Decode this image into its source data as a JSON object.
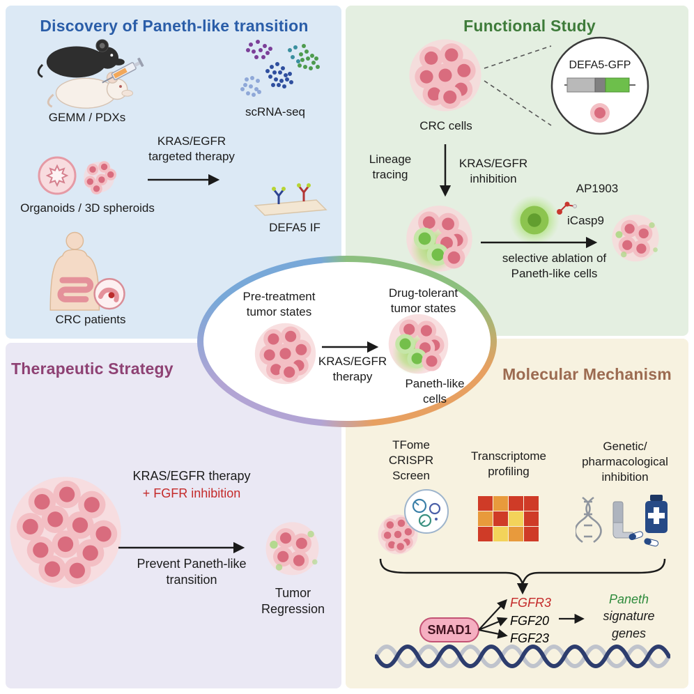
{
  "quadrants": {
    "discovery": {
      "title": "Discovery of Paneth-like transition",
      "title_color": "#2a5da8",
      "bg": "#dce9f5",
      "gemm_label": "GEMM / PDXs",
      "scrna_label": "scRNA-seq",
      "therapy_line1": "KRAS/EGFR",
      "therapy_line2": "targeted therapy",
      "organoids_label": "Organoids / 3D spheroids",
      "defa5_label": "DEFA5 IF",
      "patients_label": "CRC patients"
    },
    "functional": {
      "title": "Functional Study",
      "title_color": "#3e7b3a",
      "bg": "#e4efe1",
      "crc_cells_label": "CRC cells",
      "construct_label": "DEFA5-GFP",
      "lineage_line1": "Lineage",
      "lineage_line2": "tracing",
      "inhibition_line1": "KRAS/EGFR",
      "inhibition_line2": "inhibition",
      "ap1903_label": "AP1903",
      "icasp9_label": "iCasp9",
      "ablation_line1": "selective ablation of",
      "ablation_line2": "Paneth-like cells"
    },
    "therapeutic": {
      "title": "Therapeutic Strategy",
      "title_color": "#8e4173",
      "bg": "#eae8f4",
      "therapy_label": "KRAS/EGFR therapy",
      "fgfr_label": "+ FGFR inhibition",
      "fgfr_color": "#c42a2a",
      "prevent_line1": "Prevent Paneth-like",
      "prevent_line2": "transition",
      "regression_line1": "Tumor",
      "regression_line2": "Regression"
    },
    "molecular": {
      "title": "Molecular Mechanism",
      "title_color": "#9c6b51",
      "bg": "#f7f2e0",
      "tfome_line1": "TFome",
      "tfome_line2": "CRISPR",
      "tfome_line3": "Screen",
      "transcriptome_line1": "Transcriptome",
      "transcriptome_line2": "profiling",
      "genetic_line1": "Genetic/",
      "genetic_line2": "pharmacological",
      "genetic_line3": "inhibition",
      "smad1_label": "SMAD1",
      "fgfr3_label": "FGFR3",
      "fgfr3_color": "#c42a2a",
      "fgf20_label": "FGF20",
      "fgf23_label": "FGF23",
      "paneth_line1": "Paneth",
      "paneth_line2": "signature",
      "paneth_line3": "genes",
      "paneth_color": "#2e8b3c",
      "heatmap": {
        "colors": [
          [
            "#cf3b27",
            "#e89a3c",
            "#cf3b27",
            "#cf3b27"
          ],
          [
            "#e89a3c",
            "#cf3b27",
            "#f3d35a",
            "#cf3b27"
          ],
          [
            "#cf3b27",
            "#f3d35a",
            "#e89a3c",
            "#cf3b27"
          ]
        ]
      }
    }
  },
  "center": {
    "pre_line1": "Pre-treatment",
    "pre_line2": "tumor states",
    "drug_line1": "Drug-tolerant",
    "drug_line2": "tumor states",
    "therapy_line1": "KRAS/EGFR",
    "therapy_line2": "therapy",
    "paneth_line1": "Paneth-like",
    "paneth_line2": "cells",
    "ring_colors": {
      "top_left": "#78a8d8",
      "top_right": "#8cbf7e",
      "bottom_right": "#e7a061",
      "bottom_left": "#b2a4d4"
    }
  },
  "icon_names": [
    "black-mouse-icon",
    "white-mouse-icon",
    "syringe-icon",
    "scrna-scatter-icon",
    "organoid-icon",
    "spheroid-icon",
    "antibody-icon",
    "patient-body-icon",
    "tumor-cluster-icon",
    "drug-tolerant-cluster-icon",
    "defa5-gfp-construct-icon",
    "icasp9-cell-icon",
    "ap1903-molecule-icon",
    "ablated-cluster-icon",
    "crispr-screen-icon",
    "heatmap-icon",
    "dna-icon",
    "inhaler-icon",
    "medicine-bottle-icon",
    "capsule-icon",
    "brace-icon",
    "dna-helix-icon",
    "arrow-icon"
  ]
}
